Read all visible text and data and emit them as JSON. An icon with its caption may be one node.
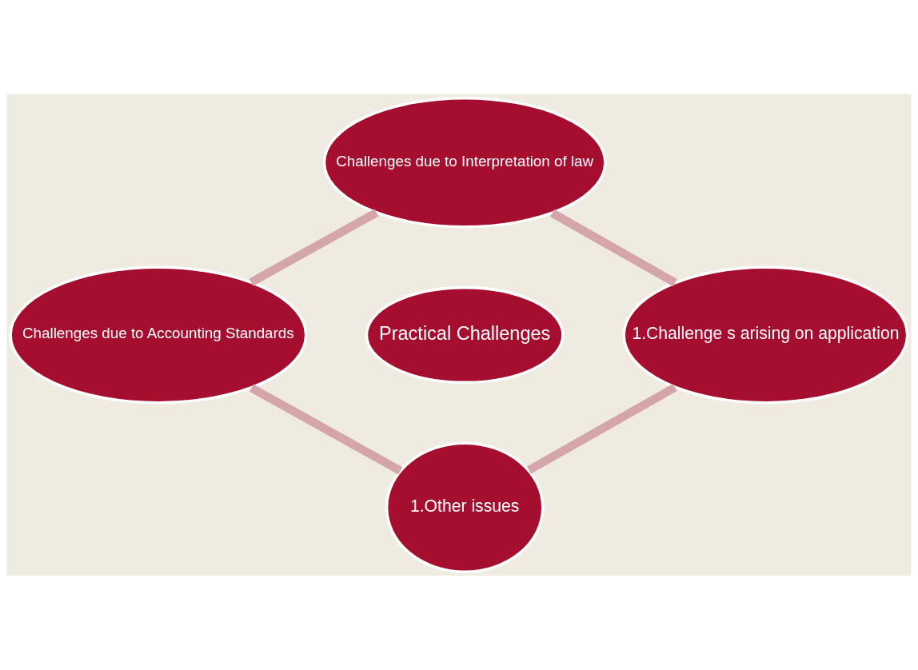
{
  "diagram": {
    "nodes": [
      {
        "text": [
          "Challenges due to Interpretation of law"
        ]
      },
      {
        "text": [
          "Challenges due to Accounting Standards"
        ]
      },
      {
        "text": [
          "Practical Challenges"
        ]
      },
      {
        "text": [
          "1.Challenge s arising on application"
        ]
      },
      {
        "text": [
          "1.Other issues"
        ]
      }
    ],
    "edges": [
      {
        "from": 0,
        "to": 3,
        "arrow": "none"
      },
      {
        "from": 3,
        "to": 4,
        "arrow": "none"
      },
      {
        "from": 4,
        "to": 1,
        "arrow": "none"
      },
      {
        "from": 1,
        "to": 0,
        "arrow": "none"
      }
    ]
  }
}
